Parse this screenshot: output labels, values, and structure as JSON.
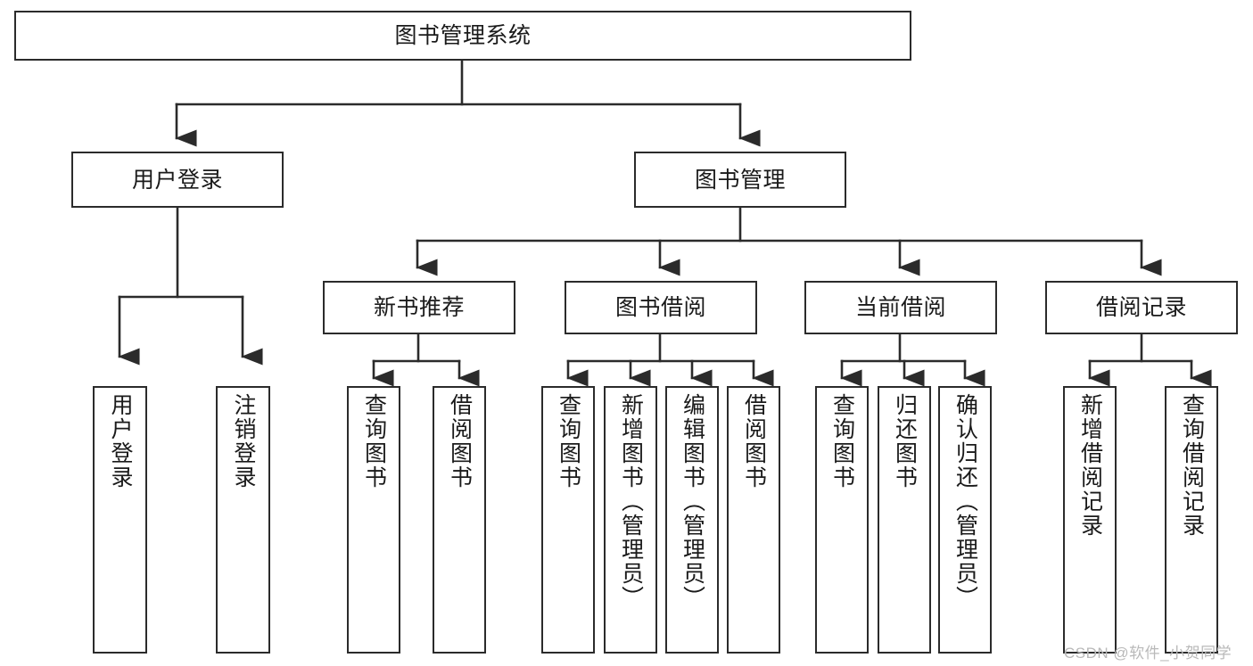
{
  "diagram": {
    "title": "图书管理系统",
    "type": "tree-structure-chart",
    "watermark": "CSDN @软件_小贺同学",
    "colors": {
      "box_border": "#2b2b2b",
      "box_fill": "#ffffff",
      "connector": "#2b2b2b",
      "text": "#1a1a1a",
      "watermark": "#b9b9b9",
      "background": "#ffffff"
    }
  },
  "nodes": {
    "root": {
      "label": "图书管理系统"
    },
    "level2": [
      {
        "label": "用户登录"
      },
      {
        "label": "图书管理"
      }
    ],
    "level3": [
      {
        "label": "新书推荐"
      },
      {
        "label": "图书借阅"
      },
      {
        "label": "当前借阅"
      },
      {
        "label": "借阅记录"
      }
    ],
    "leaves": {
      "user_login": [
        {
          "label": "用户登录"
        },
        {
          "label": "注销登录"
        }
      ],
      "new_book_recommend": [
        {
          "label": "查询图书"
        },
        {
          "label": "借阅图书"
        }
      ],
      "book_borrow": [
        {
          "label": "查询图书"
        },
        {
          "label": "新增图书（管理员）"
        },
        {
          "label": "编辑图书（管理员）"
        },
        {
          "label": "借阅图书"
        }
      ],
      "current_borrow": [
        {
          "label": "查询图书"
        },
        {
          "label": "归还图书"
        },
        {
          "label": "确认归还（管理员）"
        }
      ],
      "borrow_record": [
        {
          "label": "新增借阅记录"
        },
        {
          "label": "查询借阅记录"
        }
      ]
    }
  }
}
